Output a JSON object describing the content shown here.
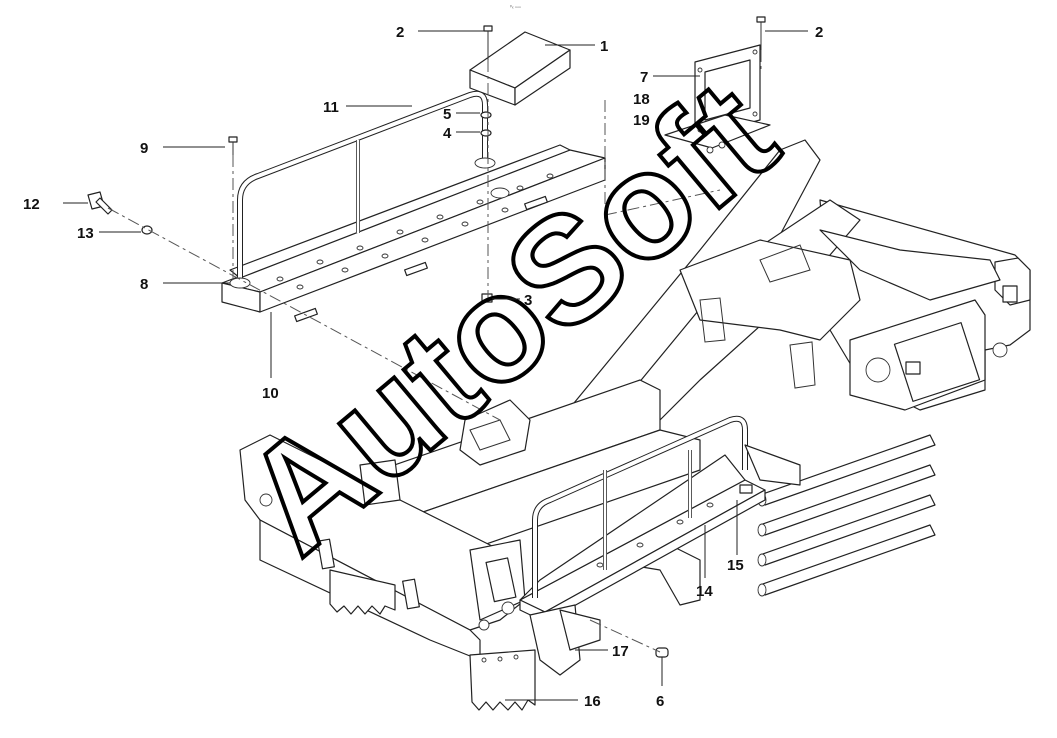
{
  "header": {
    "mark": "ᵖₓ ₘₘ"
  },
  "watermark": {
    "text": "AutoSoft"
  },
  "callouts": [
    {
      "id": "1",
      "text": "1"
    },
    {
      "id": "2a",
      "text": "2"
    },
    {
      "id": "2b",
      "text": "2"
    },
    {
      "id": "3",
      "text": "3"
    },
    {
      "id": "4",
      "text": "4"
    },
    {
      "id": "5",
      "text": "5"
    },
    {
      "id": "6",
      "text": "6"
    },
    {
      "id": "7",
      "text": "7"
    },
    {
      "id": "8",
      "text": "8"
    },
    {
      "id": "9",
      "text": "9"
    },
    {
      "id": "10",
      "text": "10"
    },
    {
      "id": "11",
      "text": "11"
    },
    {
      "id": "12",
      "text": "12"
    },
    {
      "id": "13",
      "text": "13"
    },
    {
      "id": "14",
      "text": "14"
    },
    {
      "id": "15",
      "text": "15"
    },
    {
      "id": "16",
      "text": "16"
    },
    {
      "id": "17",
      "text": "17"
    },
    {
      "id": "18",
      "text": "18"
    },
    {
      "id": "19",
      "text": "19"
    }
  ]
}
